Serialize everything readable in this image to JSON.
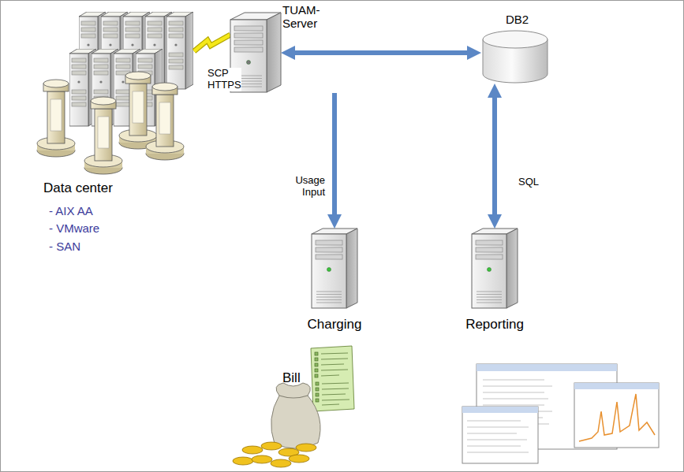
{
  "diagram": {
    "nodes": [
      {
        "text": [
          "Data center"
        ]
      },
      {
        "text": [
          "TUAM- Server"
        ]
      },
      {
        "text": [
          "DB2"
        ]
      },
      {
        "text": [
          "Charging"
        ]
      },
      {
        "text": [
          "Reporting"
        ]
      }
    ],
    "edges": [
      {
        "from": 0,
        "to": 1,
        "arrow": "none",
        "label": "SCP HTTPS"
      },
      {
        "from": 1,
        "to": 2,
        "arrow": "both"
      },
      {
        "from": 1,
        "to": 3,
        "arrow": "to",
        "label": "Usage Input"
      },
      {
        "from": 2,
        "to": 4,
        "arrow": "both",
        "label": "SQL"
      }
    ],
    "labels": [
      "- AIX AA",
      "- VMware",
      "- SAN",
      "Bill"
    ]
  }
}
